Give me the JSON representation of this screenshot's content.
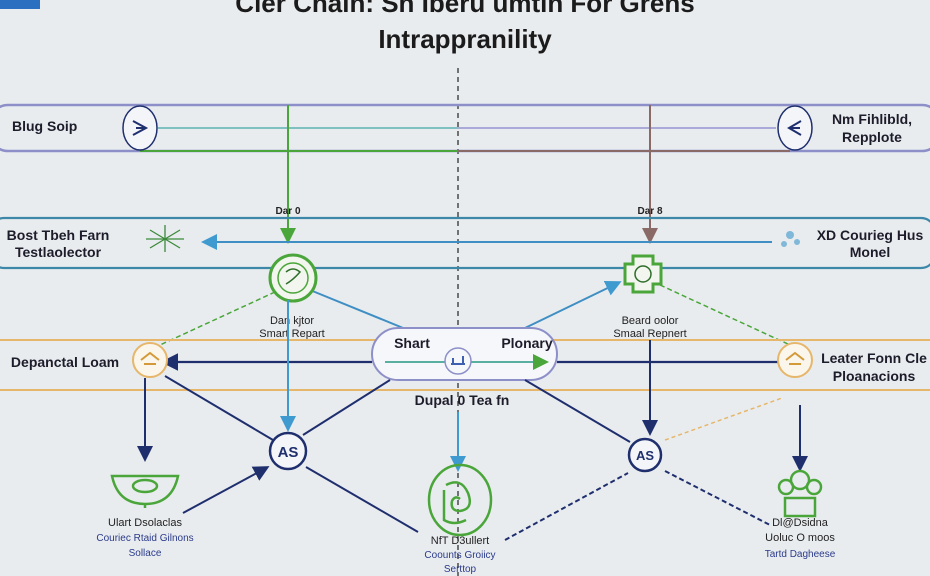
{
  "title": {
    "line1": "Cler Chain: Sh Iberu umtin For Grens",
    "line2": "Intrappranility"
  },
  "lane1": {
    "left_label": "Blug Soip",
    "right_label_1": "Nm Fihlibld,",
    "right_label_2": "Repplote"
  },
  "markers": {
    "left": "Dar 0",
    "right": "Dar 8"
  },
  "lane2": {
    "left_label_1": "Bost Tbeh Farn",
    "left_label_2": "Testlaolector",
    "right_label_1": "XD Courieg Hus",
    "right_label_2": "Monel"
  },
  "nodes": {
    "left_green_1": "Dan kjtor",
    "left_green_2": "Smart Repart",
    "right_green_1": "Beard oolor",
    "right_green_2": "Smaal Repnert",
    "as_left": "AS",
    "as_right": "AS"
  },
  "lane3": {
    "left_label": "Depanctal Loam",
    "right_label_1": "Leater Fonn Cle",
    "right_label_2": "Ploanacions",
    "pill_left": "Shart",
    "pill_right": "Plonary",
    "below": "Dupal 0 Tea fn"
  },
  "bottom": {
    "left": [
      "Ulart Dsolaclas",
      "Couriec Rtaid Gilnons",
      "Sollace"
    ],
    "center": [
      "NfT D3ullert",
      "Coounts Groiicy",
      "Serttop"
    ],
    "right": [
      "Dl@Dsidna",
      "Uoluc O moos",
      "Tartd Dagheese"
    ]
  },
  "colors": {
    "navy": "#1f2f6e",
    "green": "#4aa63a",
    "blue": "#3f8fc4",
    "orange": "#e6b66a",
    "purple": "#8d8fc8",
    "brown": "#8a6a66"
  }
}
